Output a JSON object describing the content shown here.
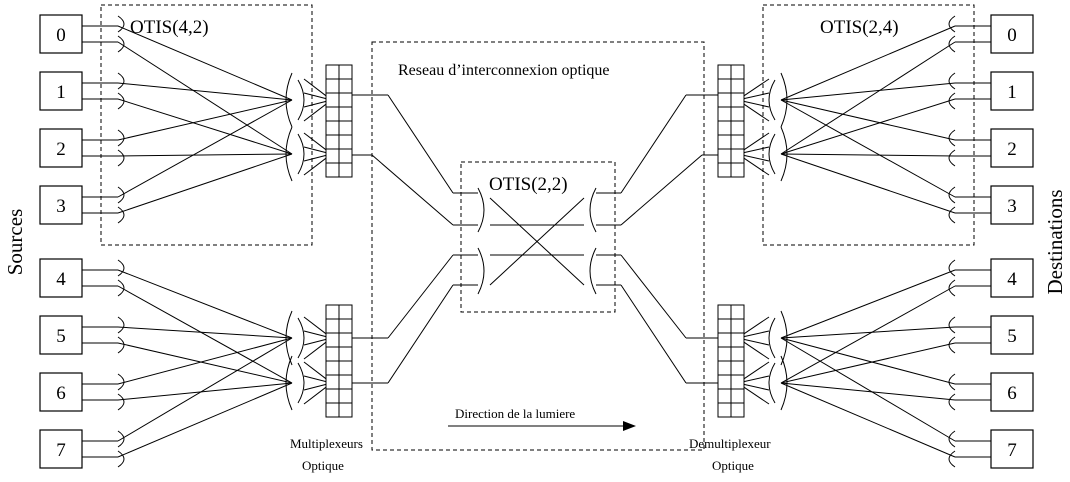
{
  "labels": {
    "sources": "Sources",
    "destinations": "Destinations",
    "otis_left": "OTIS(4,2)",
    "otis_right": "OTIS(2,4)",
    "otis_center": "OTIS(2,2)",
    "network": "Reseau d’interconnexion optique",
    "direction": "Direction de la lumiere",
    "mux_line1": "Multiplexeurs",
    "mux_line2": "Optique",
    "demux_line1": "Demultiplexeur",
    "demux_line2": "Optique"
  },
  "sources": [
    "0",
    "1",
    "2",
    "3",
    "4",
    "5",
    "6",
    "7"
  ],
  "destinations": [
    "0",
    "1",
    "2",
    "3",
    "4",
    "5",
    "6",
    "7"
  ]
}
